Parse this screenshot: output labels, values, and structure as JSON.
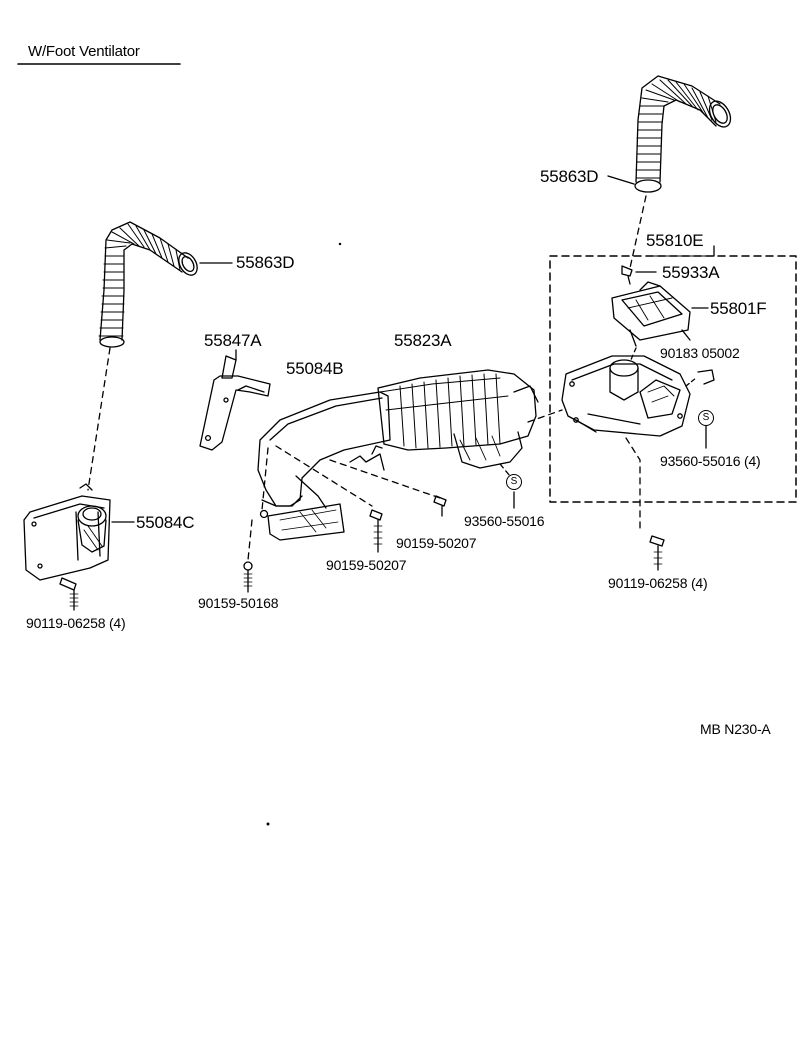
{
  "header": "W/Foot Ventilator",
  "diagram_code": "MB N230-A",
  "callouts": {
    "hose_left": "55863D",
    "hose_right": "55863D",
    "duct_left": "55084C",
    "bracket": "55847A",
    "duct_center": "55084B",
    "duct_hose": "55823A",
    "assembly": "55810E",
    "plug": "55933A",
    "damper": "55801F",
    "clip_right": "90183 05002",
    "screw_bottom_left": "90119-06258 (4)",
    "screw_center_low": "90159-50168",
    "screw_center_a": "90159-50207",
    "screw_center_b": "90159-50207",
    "nut_center": "93560-55016",
    "nut_right": "93560-55016 (4)",
    "screw_bottom_right": "90119-06258 (4)",
    "circle_symbol": "S"
  }
}
